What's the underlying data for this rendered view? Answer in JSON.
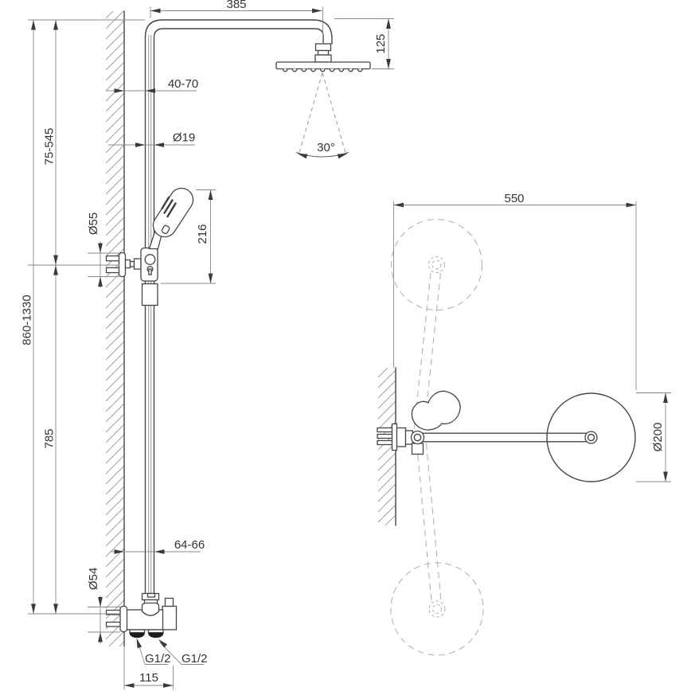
{
  "front_view": {
    "total_height": "860-1330",
    "upper_height": "75-545",
    "lower_height": "785",
    "arm_length": "385",
    "head_drop": "125",
    "wall_clearance_top": "40-70",
    "riser_diameter": "Ø19",
    "spray_angle": "30°",
    "holder_flange_diameter": "Ø55",
    "hand_shower_length": "216",
    "wall_clearance_bottom": "64-66",
    "mixer_flange_diameter": "Ø54",
    "inlet_thread_left": "G1/2",
    "inlet_thread_right": "G1/2",
    "mixer_width": "115"
  },
  "top_view": {
    "swivel_reach": "550",
    "head_diameter": "Ø200"
  },
  "colors": {
    "outline": "#454545",
    "dimension": "#8a8a8a",
    "dashed": "#b3b3b3",
    "text": "#333333",
    "background": "#ffffff"
  }
}
